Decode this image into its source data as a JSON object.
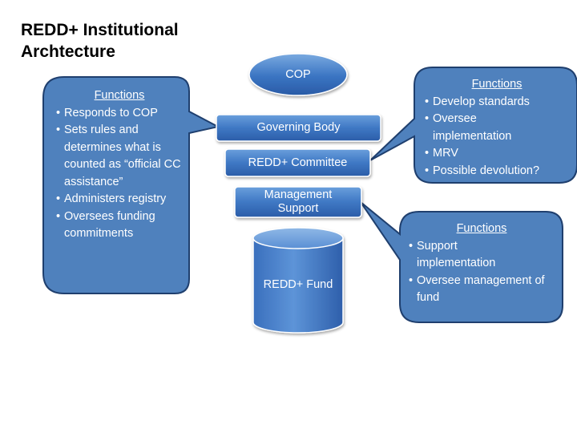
{
  "title": {
    "line1": "REDD+ Institutional",
    "line2": "Archtecture"
  },
  "nodes": {
    "cop": "COP",
    "governing_body": "Governing Body",
    "redd_committee": "REDD+ Committee",
    "management_support_line1": "Management",
    "management_support_line2": "Support",
    "redd_fund": "REDD+ Fund"
  },
  "callouts": {
    "governing_body": {
      "heading": "Functions",
      "items": [
        "Responds to COP",
        "Sets rules and determines what is counted as “official CC assistance”",
        "Administers registry",
        "Oversees funding commitments"
      ]
    },
    "redd_committee": {
      "heading": "Functions",
      "items": [
        "Develop standards",
        "Oversee implementation",
        "MRV",
        "Possible devolution?"
      ]
    },
    "management_support": {
      "heading": "Functions",
      "items": [
        "Support implementation",
        "Oversee management of fund"
      ]
    }
  },
  "colors": {
    "shape_fill_top": "#5b93d6",
    "shape_fill_bottom": "#2f62b0",
    "callout_fill": "#4f81bd",
    "callout_border": "#1f3f6e",
    "text": "#ffffff"
  }
}
